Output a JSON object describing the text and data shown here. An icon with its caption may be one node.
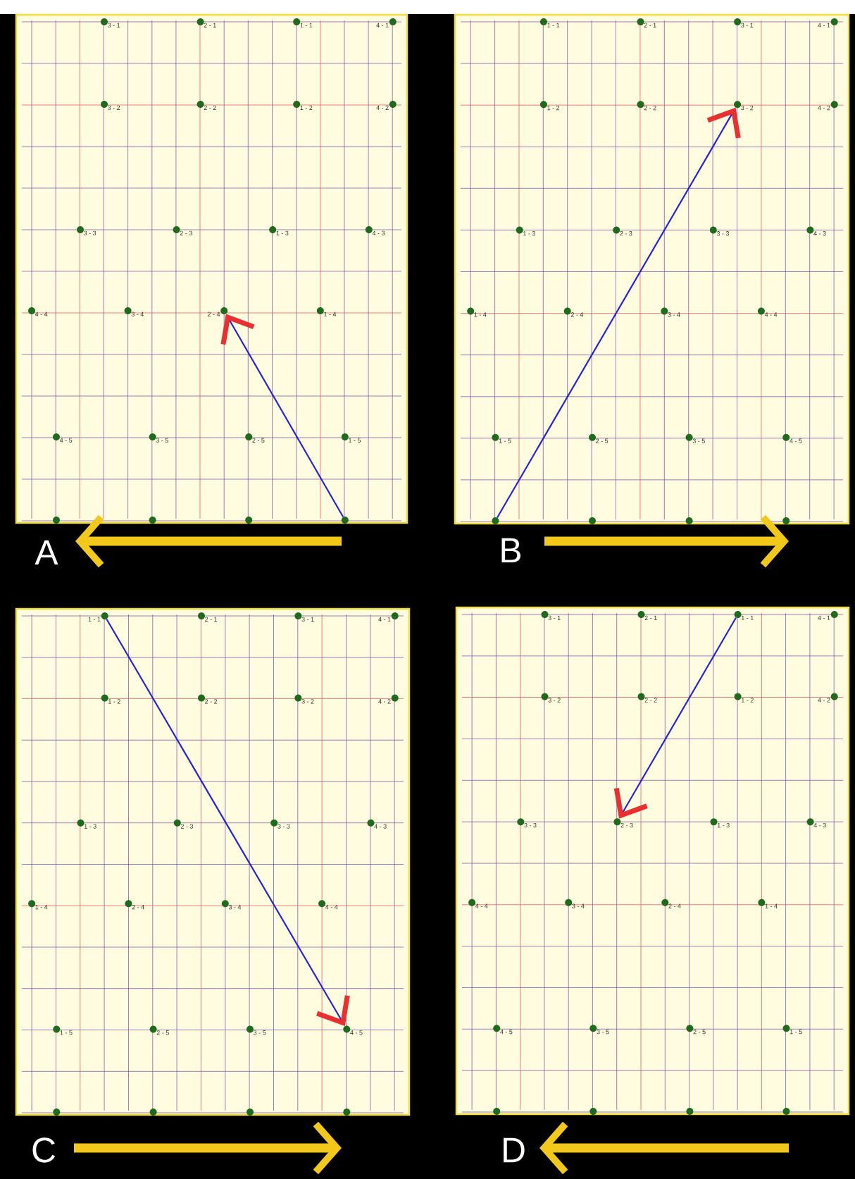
{
  "diagram": {
    "nodes": [
      {
        "text": [],
        "shape": "box"
      },
      {
        "text": [],
        "shape": "circle",
        "in": 0,
        "beside": [
          "3 - 1"
        ]
      },
      {
        "text": [],
        "shape": "circle",
        "in": 0,
        "beside": [
          "2 - 1"
        ]
      },
      {
        "text": [],
        "shape": "circle",
        "in": 0,
        "beside": [
          "1 - 1"
        ]
      },
      {
        "text": [],
        "shape": "circle",
        "in": 0,
        "beside": [
          "4 - 1"
        ]
      },
      {
        "text": [],
        "shape": "circle",
        "in": 0,
        "beside": [
          "3 - 2"
        ]
      },
      {
        "text": [],
        "shape": "circle",
        "in": 0,
        "beside": [
          "2 - 2"
        ]
      },
      {
        "text": [],
        "shape": "circle",
        "in": 0,
        "beside": [
          "1 - 2"
        ]
      },
      {
        "text": [],
        "shape": "circle",
        "in": 0,
        "beside": [
          "4 - 2"
        ]
      },
      {
        "text": [],
        "shape": "circle",
        "in": 0,
        "beside": [
          "3 - 3"
        ]
      },
      {
        "text": [],
        "shape": "circle",
        "in": 0,
        "beside": [
          "2 - 3"
        ]
      },
      {
        "text": [],
        "shape": "circle",
        "in": 0,
        "beside": [
          "1 - 3"
        ]
      },
      {
        "text": [],
        "shape": "circle",
        "in": 0,
        "beside": [
          "4 - 3"
        ]
      },
      {
        "text": [],
        "shape": "circle",
        "in": 0,
        "beside": [
          "4 - 4"
        ]
      },
      {
        "text": [],
        "shape": "circle",
        "in": 0,
        "beside": [
          "3 - 4"
        ]
      },
      {
        "text": [],
        "shape": "circle",
        "in": 0,
        "beside": [
          "2 - 4"
        ]
      },
      {
        "text": [],
        "shape": "circle",
        "in": 0,
        "beside": [
          "1 - 4"
        ]
      },
      {
        "text": [],
        "shape": "circle",
        "in": 0,
        "beside": [
          "4 - 5"
        ]
      },
      {
        "text": [],
        "shape": "circle",
        "in": 0,
        "beside": [
          "3 - 5"
        ]
      },
      {
        "text": [],
        "shape": "circle",
        "in": 0,
        "beside": [
          "2 - 5"
        ]
      },
      {
        "text": [],
        "shape": "circle",
        "in": 0,
        "beside": [
          "1 - 5"
        ]
      },
      {
        "text": [],
        "shape": "circle",
        "in": 0
      },
      {
        "text": [],
        "shape": "circle",
        "in": 0
      },
      {
        "text": [],
        "shape": "circle",
        "in": 0
      },
      {
        "text": [],
        "shape": "circle",
        "in": 0
      },
      {
        "text": [],
        "shape": "box"
      },
      {
        "text": [],
        "shape": "circle",
        "in": 25,
        "beside": [
          "1 - 1"
        ]
      },
      {
        "text": [],
        "shape": "circle",
        "in": 25,
        "beside": [
          "2 - 1"
        ]
      },
      {
        "text": [],
        "shape": "circle",
        "in": 25,
        "beside": [
          "3 - 1"
        ]
      },
      {
        "text": [],
        "shape": "circle",
        "in": 25,
        "beside": [
          "4 - 1"
        ]
      },
      {
        "text": [],
        "shape": "circle",
        "in": 25,
        "beside": [
          "1 - 2"
        ]
      },
      {
        "text": [],
        "shape": "circle",
        "in": 25,
        "beside": [
          "2 - 2"
        ]
      },
      {
        "text": [],
        "shape": "circle",
        "in": 25,
        "beside": [
          "3 - 2"
        ]
      },
      {
        "text": [],
        "shape": "circle",
        "in": 25,
        "beside": [
          "4 - 2"
        ]
      },
      {
        "text": [],
        "shape": "circle",
        "in": 25,
        "beside": [
          "1 - 3"
        ]
      },
      {
        "text": [],
        "shape": "circle",
        "in": 25,
        "beside": [
          "2 - 3"
        ]
      },
      {
        "text": [],
        "shape": "circle",
        "in": 25,
        "beside": [
          "3 - 3"
        ]
      },
      {
        "text": [],
        "shape": "circle",
        "in": 25,
        "beside": [
          "4 - 3"
        ]
      },
      {
        "text": [],
        "shape": "circle",
        "in": 25,
        "beside": [
          "1 - 4"
        ]
      },
      {
        "text": [],
        "shape": "circle",
        "in": 25,
        "beside": [
          "2 - 4"
        ]
      },
      {
        "text": [],
        "shape": "circle",
        "in": 25,
        "beside": [
          "3 - 4"
        ]
      },
      {
        "text": [],
        "shape": "circle",
        "in": 25,
        "beside": [
          "4 - 4"
        ]
      },
      {
        "text": [],
        "shape": "circle",
        "in": 25,
        "beside": [
          "1 - 5"
        ]
      },
      {
        "text": [],
        "shape": "circle",
        "in": 25,
        "beside": [
          "2 - 5"
        ]
      },
      {
        "text": [],
        "shape": "circle",
        "in": 25,
        "beside": [
          "3 - 5"
        ]
      },
      {
        "text": [],
        "shape": "circle",
        "in": 25,
        "beside": [
          "4 - 5"
        ]
      },
      {
        "text": [],
        "shape": "circle",
        "in": 25
      },
      {
        "text": [],
        "shape": "circle",
        "in": 25
      },
      {
        "text": [],
        "shape": "circle",
        "in": 25
      },
      {
        "text": [],
        "shape": "circle",
        "in": 25
      },
      {
        "text": [],
        "shape": "box"
      },
      {
        "text": [],
        "shape": "circle",
        "in": 50,
        "beside": [
          "1 - 1"
        ]
      },
      {
        "text": [],
        "shape": "circle",
        "in": 50,
        "beside": [
          "2 - 1"
        ]
      },
      {
        "text": [],
        "shape": "circle",
        "in": 50,
        "beside": [
          "3 - 1"
        ]
      },
      {
        "text": [],
        "shape": "circle",
        "in": 50,
        "beside": [
          "4 - 1"
        ]
      },
      {
        "text": [],
        "shape": "circle",
        "in": 50,
        "beside": [
          "1 - 2"
        ]
      },
      {
        "text": [],
        "shape": "circle",
        "in": 50,
        "beside": [
          "2 - 2"
        ]
      },
      {
        "text": [],
        "shape": "circle",
        "in": 50,
        "beside": [
          "3 - 2"
        ]
      },
      {
        "text": [],
        "shape": "circle",
        "in": 50,
        "beside": [
          "4 - 2"
        ]
      },
      {
        "text": [],
        "shape": "circle",
        "in": 50,
        "beside": [
          "1 - 3"
        ]
      },
      {
        "text": [],
        "shape": "circle",
        "in": 50,
        "beside": [
          "2 - 3"
        ]
      },
      {
        "text": [],
        "shape": "circle",
        "in": 50,
        "beside": [
          "3 - 3"
        ]
      },
      {
        "text": [],
        "shape": "circle",
        "in": 50,
        "beside": [
          "4 - 3"
        ]
      },
      {
        "text": [],
        "shape": "circle",
        "in": 50,
        "beside": [
          "1 - 4"
        ]
      },
      {
        "text": [],
        "shape": "circle",
        "in": 50,
        "beside": [
          "2 - 4"
        ]
      },
      {
        "text": [],
        "shape": "circle",
        "in": 50,
        "beside": [
          "3 - 4"
        ]
      },
      {
        "text": [],
        "shape": "circle",
        "in": 50,
        "beside": [
          "4 - 4"
        ]
      },
      {
        "text": [],
        "shape": "circle",
        "in": 50,
        "beside": [
          "1 - 5"
        ]
      },
      {
        "text": [],
        "shape": "circle",
        "in": 50,
        "beside": [
          "2 - 5"
        ]
      },
      {
        "text": [],
        "shape": "circle",
        "in": 50,
        "beside": [
          "3 - 5"
        ]
      },
      {
        "text": [],
        "shape": "circle",
        "in": 50,
        "beside": [
          "4 - 5"
        ]
      },
      {
        "text": [],
        "shape": "circle",
        "in": 50
      },
      {
        "text": [],
        "shape": "circle",
        "in": 50
      },
      {
        "text": [],
        "shape": "circle",
        "in": 50
      },
      {
        "text": [],
        "shape": "circle",
        "in": 50
      },
      {
        "text": [],
        "shape": "box"
      },
      {
        "text": [],
        "shape": "circle",
        "in": 75,
        "beside": [
          "3 - 1"
        ]
      },
      {
        "text": [],
        "shape": "circle",
        "in": 75,
        "beside": [
          "2 - 1"
        ]
      },
      {
        "text": [],
        "shape": "circle",
        "in": 75,
        "beside": [
          "1 - 1"
        ]
      },
      {
        "text": [],
        "shape": "circle",
        "in": 75,
        "beside": [
          "4 - 1"
        ]
      },
      {
        "text": [],
        "shape": "circle",
        "in": 75,
        "beside": [
          "3 - 2"
        ]
      },
      {
        "text": [],
        "shape": "circle",
        "in": 75,
        "beside": [
          "2 - 2"
        ]
      },
      {
        "text": [],
        "shape": "circle",
        "in": 75,
        "beside": [
          "1 - 2"
        ]
      },
      {
        "text": [],
        "shape": "circle",
        "in": 75,
        "beside": [
          "4 - 2"
        ]
      },
      {
        "text": [],
        "shape": "circle",
        "in": 75,
        "beside": [
          "3 - 3"
        ]
      },
      {
        "text": [],
        "shape": "circle",
        "in": 75,
        "beside": [
          "2 - 3"
        ]
      },
      {
        "text": [],
        "shape": "circle",
        "in": 75,
        "beside": [
          "1 - 3"
        ]
      },
      {
        "text": [],
        "shape": "circle",
        "in": 75,
        "beside": [
          "4 - 3"
        ]
      },
      {
        "text": [],
        "shape": "circle",
        "in": 75,
        "beside": [
          "4 - 4"
        ]
      },
      {
        "text": [],
        "shape": "circle",
        "in": 75,
        "beside": [
          "3 - 4"
        ]
      },
      {
        "text": [],
        "shape": "circle",
        "in": 75,
        "beside": [
          "2 - 4"
        ]
      },
      {
        "text": [],
        "shape": "circle",
        "in": 75,
        "beside": [
          "1 - 4"
        ]
      },
      {
        "text": [],
        "shape": "circle",
        "in": 75,
        "beside": [
          "4 - 5"
        ]
      },
      {
        "text": [],
        "shape": "circle",
        "in": 75,
        "beside": [
          "3 - 5"
        ]
      },
      {
        "text": [],
        "shape": "circle",
        "in": 75,
        "beside": [
          "2 - 5"
        ]
      },
      {
        "text": [],
        "shape": "circle",
        "in": 75,
        "beside": [
          "1 - 5"
        ]
      },
      {
        "text": [],
        "shape": "circle",
        "in": 75
      },
      {
        "text": [],
        "shape": "circle",
        "in": 75
      },
      {
        "text": [],
        "shape": "circle",
        "in": 75
      },
      {
        "text": [],
        "shape": "circle",
        "in": 75
      }
    ],
    "edges": [
      {
        "from": 24,
        "to": 15,
        "arrow": "to"
      },
      {
        "from": 46,
        "to": 32,
        "arrow": "to"
      },
      {
        "from": 51,
        "to": 70,
        "arrow": "to"
      },
      {
        "from": 78,
        "to": 85,
        "arrow": "to"
      }
    ],
    "labels": [
      "A",
      "B",
      "C",
      "D"
    ]
  }
}
